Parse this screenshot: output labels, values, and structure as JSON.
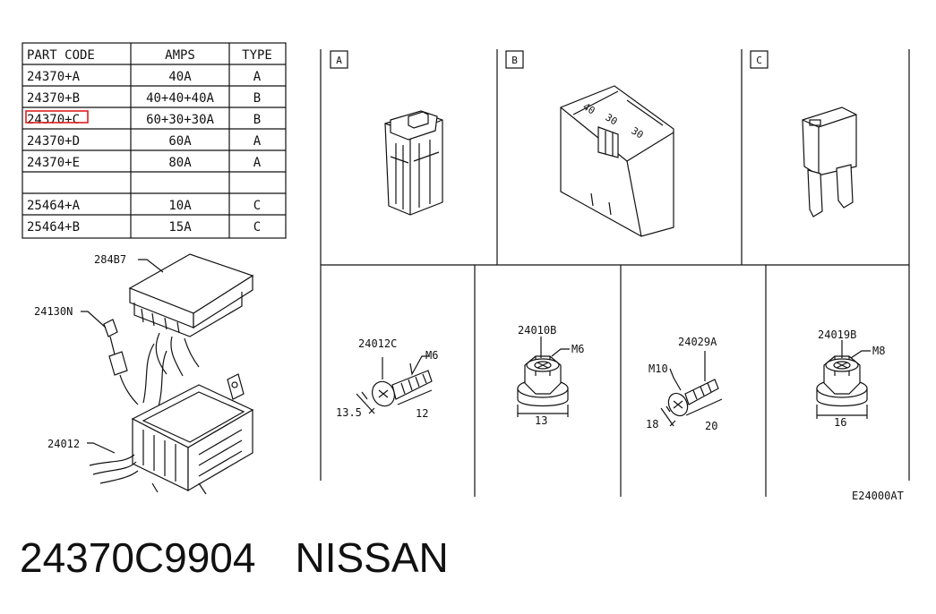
{
  "table": {
    "headers": [
      "PART CODE",
      "AMPS",
      "TYPE"
    ],
    "rows": [
      [
        "24370+A",
        "40A",
        "A"
      ],
      [
        "24370+B",
        "40+40+40A",
        "B"
      ],
      [
        "24370+C",
        "60+30+30A",
        "B"
      ],
      [
        "24370+D",
        "60A",
        "A"
      ],
      [
        "24370+E",
        "80A",
        "A"
      ],
      [
        "",
        "",
        ""
      ],
      [
        "25464+A",
        "10A",
        "C"
      ],
      [
        "25464+B",
        "15A",
        "C"
      ]
    ],
    "highlight_row": 2,
    "highlight_color": "#e02020"
  },
  "panels": {
    "a": "A",
    "b": "B",
    "c": "C"
  },
  "fuse_b_ratings": [
    "40",
    "30",
    "30"
  ],
  "callouts": {
    "box": "284B7",
    "connector": "24130N",
    "harness": "24012",
    "bolt1": "24012C",
    "nut1": "24010B",
    "bolt2": "24029A",
    "nut2": "24019B"
  },
  "dimensions": {
    "bolt1_thread": "M6",
    "bolt1_dia": "13.5",
    "bolt1_len": "12",
    "nut1_thread": "M6",
    "nut1_width": "13",
    "bolt2_thread": "M10",
    "bolt2_dia": "18",
    "bolt2_len": "20",
    "nut2_thread": "M8",
    "nut2_width": "16"
  },
  "figure_code": "E24000AT",
  "footer": {
    "part_number": "24370C9904",
    "brand": "NISSAN"
  }
}
